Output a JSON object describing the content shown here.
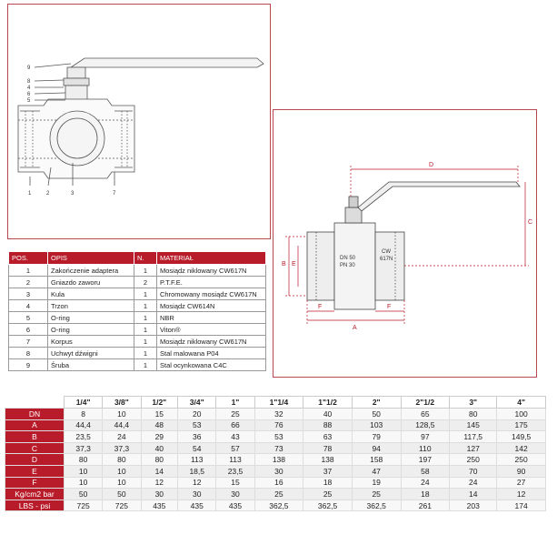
{
  "section_callouts": [
    "9",
    "8",
    "4",
    "6",
    "5",
    "1",
    "2",
    "3",
    "7"
  ],
  "dim_letters": {
    "d": "D",
    "c": "C",
    "b": "B",
    "e": "E",
    "f": "F",
    "a": "A"
  },
  "body_marks": [
    "DN 50",
    "PN 30",
    "CW",
    "617N"
  ],
  "parts_table": {
    "headers": [
      "POS.",
      "OPIS",
      "N.",
      "MATERIAŁ"
    ],
    "rows": [
      [
        "1",
        "Zakończenie adaptera",
        "1",
        "Mosiądz niklowany CW617N"
      ],
      [
        "2",
        "Gniazdo zaworu",
        "2",
        "P.T.F.E."
      ],
      [
        "3",
        "Kula",
        "1",
        "Chromowany mosiądz CW617N"
      ],
      [
        "4",
        "Trzon",
        "1",
        "Mosiądz CW614N"
      ],
      [
        "5",
        "O-ring",
        "1",
        "NBR"
      ],
      [
        "6",
        "O-ring",
        "1",
        "Viton®"
      ],
      [
        "7",
        "Korpus",
        "1",
        "Mosiądz niklowany CW617N"
      ],
      [
        "8",
        "Uchwyt dźwigni",
        "1",
        "Stal malowana P04"
      ],
      [
        "9",
        "Śruba",
        "1",
        "Stal ocynkowana C4C"
      ]
    ]
  },
  "dims_table": {
    "sizes": [
      "1/4\"",
      "3/8\"",
      "1/2\"",
      "3/4\"",
      "1\"",
      "1\"1/4",
      "1\"1/2",
      "2\"",
      "2\"1/2",
      "3\"",
      "4\""
    ],
    "rows": [
      {
        "label": "DN",
        "values": [
          "8",
          "10",
          "15",
          "20",
          "25",
          "32",
          "40",
          "50",
          "65",
          "80",
          "100"
        ]
      },
      {
        "label": "A",
        "values": [
          "44,4",
          "44,4",
          "48",
          "53",
          "66",
          "76",
          "88",
          "103",
          "128,5",
          "145",
          "175"
        ]
      },
      {
        "label": "B",
        "values": [
          "23,5",
          "24",
          "29",
          "36",
          "43",
          "53",
          "63",
          "79",
          "97",
          "117,5",
          "149,5"
        ]
      },
      {
        "label": "C",
        "values": [
          "37,3",
          "37,3",
          "40",
          "54",
          "57",
          "73",
          "78",
          "94",
          "110",
          "127",
          "142"
        ]
      },
      {
        "label": "D",
        "values": [
          "80",
          "80",
          "80",
          "113",
          "113",
          "138",
          "138",
          "158",
          "197",
          "250",
          "250"
        ]
      },
      {
        "label": "E",
        "values": [
          "10",
          "10",
          "14",
          "18,5",
          "23,5",
          "30",
          "37",
          "47",
          "58",
          "70",
          "90"
        ]
      },
      {
        "label": "F",
        "values": [
          "10",
          "10",
          "12",
          "12",
          "15",
          "16",
          "18",
          "19",
          "24",
          "24",
          "27"
        ]
      },
      {
        "label": "Kg/cm2 bar",
        "values": [
          "50",
          "50",
          "30",
          "30",
          "30",
          "25",
          "25",
          "25",
          "18",
          "14",
          "12"
        ]
      },
      {
        "label": "LBS - psi",
        "values": [
          "725",
          "725",
          "435",
          "435",
          "435",
          "362,5",
          "362,5",
          "362,5",
          "261",
          "203",
          "174"
        ]
      }
    ]
  }
}
